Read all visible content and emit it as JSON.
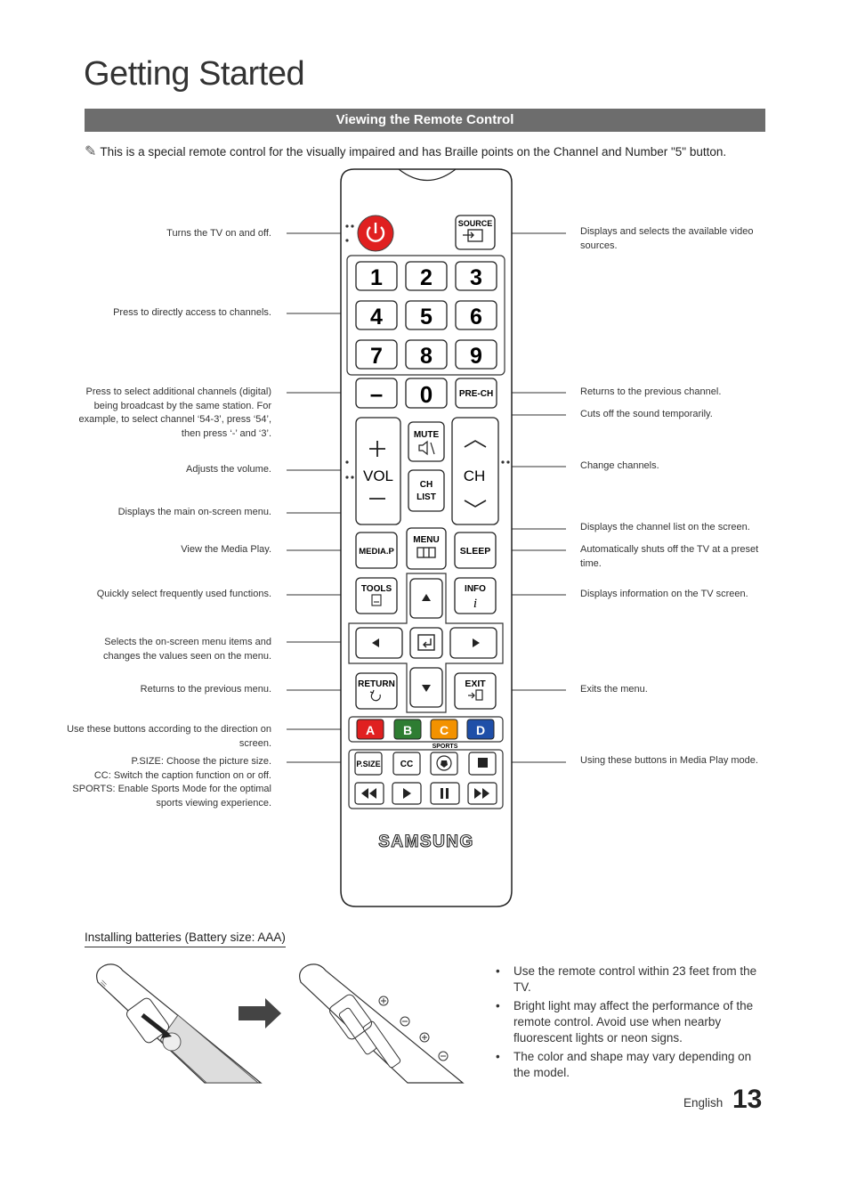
{
  "page_title": "Getting Started",
  "section_title": "Viewing the Remote Control",
  "note": "This is a special remote control for the visually impaired and has Braille points on the Channel and Number \"5\" button.",
  "left_callouts": [
    "Turns the TV on and off.",
    "Press to directly access to channels.",
    "Press to select additional channels (digital) being broadcast by the same station. For example, to select channel ‘54-3’, press ‘54’, then press ‘-’ and ‘3’.",
    "Adjusts the volume.",
    "Displays the main on-screen menu.",
    "View the Media Play.",
    "Quickly select frequently used functions.",
    "Selects the on-screen menu items and changes the values seen on the menu.",
    "Returns to the previous menu.",
    "Use these buttons according to the direction on screen."
  ],
  "left_callout_last": {
    "psize_term": "P.SIZE",
    "psize_text": ": Choose the picture size.",
    "cc_term": "CC",
    "cc_text": ": Switch the caption function on or off.",
    "sports_term": "SPORTS",
    "sports_text": ": Enable Sports Mode for the optimal sports viewing experience."
  },
  "right_callouts": [
    "Displays and selects the available video sources.",
    "Returns to the previous channel.",
    "Cuts off the sound temporarily.",
    "Change channels.",
    "Displays the channel list on the screen.",
    "Automatically shuts off the TV at a preset time.",
    "Displays information on the TV screen.",
    "Exits the menu.",
    "Using these buttons in Media Play mode."
  ],
  "remote": {
    "source": "SOURCE",
    "digits": [
      "1",
      "2",
      "3",
      "4",
      "5",
      "6",
      "7",
      "8",
      "9"
    ],
    "dash": "–",
    "zero": "0",
    "prech": "PRE-CH",
    "vol": "VOL",
    "ch": "CH",
    "mute": "MUTE",
    "chlist_1": "CH",
    "chlist_2": "LIST",
    "mediap": "MEDIA.P",
    "menu": "MENU",
    "sleep": "SLEEP",
    "tools": "TOOLS",
    "info": "INFO",
    "return": "RETURN",
    "exit": "EXIT",
    "color_a": "A",
    "color_b": "B",
    "color_c": "C",
    "color_d": "D",
    "sports": "SPORTS",
    "psize": "P.SIZE",
    "cc": "CC",
    "brand": "SAMSUNG",
    "colors": {
      "red": "#e02020",
      "green": "#2e7d32",
      "orange": "#f39200",
      "blue": "#1f4fa8",
      "power": "#e02020"
    }
  },
  "battery_heading": "Installing batteries (Battery size: AAA)",
  "bullets": [
    "Use the remote control within 23 feet from the TV.",
    "Bright light may affect the performance of the remote control. Avoid use when nearby fluorescent lights or neon signs.",
    "The color and shape may vary depending on the model."
  ],
  "footer": {
    "language": "English",
    "page_number": "13"
  }
}
